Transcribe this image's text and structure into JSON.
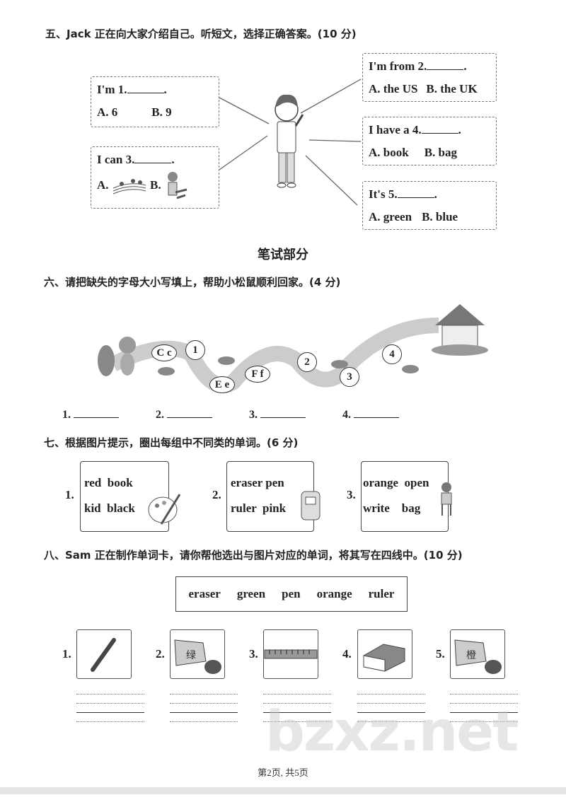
{
  "section5": {
    "title": "五、Jack 正在向大家介绍自己。听短文，选择正确答案。(10 分)",
    "items": [
      {
        "prompt": "I'm 1.",
        "a": "A. 6",
        "b": "B. 9"
      },
      {
        "prompt": "I'm from 2.",
        "a": "A. the US",
        "b": "B. the UK"
      },
      {
        "prompt": "I can 3.",
        "a": "A.",
        "b": "B."
      },
      {
        "prompt": "I have a 4.",
        "a": "A. book",
        "b": "B. bag"
      },
      {
        "prompt": "It's 5.",
        "a": "A. green",
        "b": "B. blue"
      }
    ]
  },
  "written_heading": "笔试部分",
  "section6": {
    "title": "六、请把缺失的字母大小写填上，帮助小松鼠顺利回家。(4 分)",
    "letters": [
      "C c",
      "1",
      "E e",
      "F f",
      "2",
      "3",
      "4"
    ],
    "answers": [
      "1.",
      "2.",
      "3.",
      "4."
    ]
  },
  "section7": {
    "title": "七、根据图片提示，圈出每组中不同类的单词。(6 分)",
    "groups": [
      {
        "num": "1.",
        "row1": "red  book",
        "row2": "kid  black",
        "icon": "palette-icon"
      },
      {
        "num": "2.",
        "row1": "eraser pen",
        "row2": "ruler  pink",
        "icon": "backpack-icon"
      },
      {
        "num": "3.",
        "row1": "orange  open",
        "row2": "write    bag",
        "icon": "boy-sitting-icon"
      }
    ]
  },
  "section8": {
    "title": "八、Sam 正在制作单词卡，请你帮他选出与图片对应的单词，将其写在四线中。(10 分)",
    "word_bank": [
      "eraser",
      "green",
      "pen",
      "orange",
      "ruler"
    ],
    "pictures": [
      {
        "num": "1.",
        "icon": "fountain-pen-icon"
      },
      {
        "num": "2.",
        "icon": "green-paint-tube-icon",
        "label": "绿"
      },
      {
        "num": "3.",
        "icon": "ruler-icon"
      },
      {
        "num": "4.",
        "icon": "eraser-icon"
      },
      {
        "num": "5.",
        "icon": "orange-paint-tube-icon",
        "label": "橙"
      }
    ]
  },
  "footer": "第2页, 共5页",
  "watermark": "bzxz.net"
}
